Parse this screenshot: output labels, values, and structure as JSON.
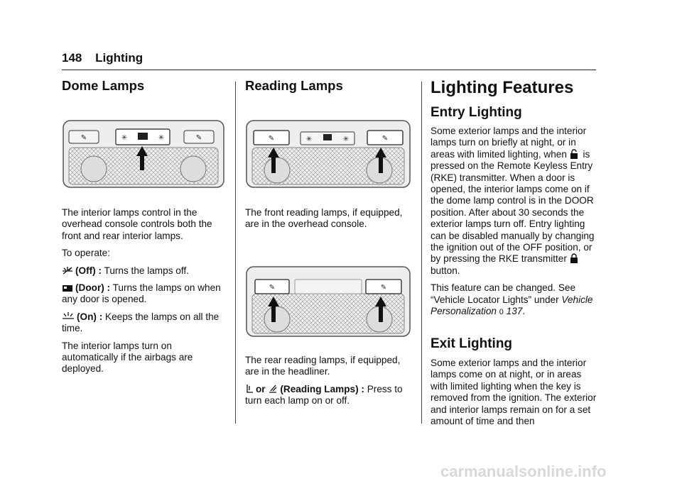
{
  "header": {
    "page_number": "148",
    "section": "Lighting"
  },
  "col1": {
    "title": "Dome Lamps",
    "p1": "The interior lamps control in the overhead console controls both the front and rear interior lamps.",
    "p2": "To operate:",
    "off_label": "(Off) :",
    "off_text": " Turns the lamps off.",
    "door_label": "(Door) :",
    "door_text": " Turns the lamps on when any door is opened.",
    "on_label": "(On) :",
    "on_text": " Keeps the lamps on all the time.",
    "p3": "The interior lamps turn on automatically if the airbags are deployed."
  },
  "col2": {
    "title": "Reading Lamps",
    "p1": "The front reading lamps, if equipped, are in the overhead console.",
    "p2": "The rear reading lamps, if equipped, are in the headliner.",
    "or_word": "or",
    "reading_label": "(Reading Lamps) :",
    "reading_text": " Press to turn each lamp on or off."
  },
  "col3": {
    "title": "Lighting Features",
    "sub1": "Entry Lighting",
    "p1a": "Some exterior lamps and the interior lamps turn on briefly at night, or in areas with limited lighting, when",
    "p1b": "is pressed on the Remote Keyless Entry (RKE) transmitter. When a door is opened, the interior lamps come on if the dome lamp control is in the DOOR position. After about 30 seconds the exterior lamps turn off. Entry lighting can be disabled manually by changing the ignition out of the OFF position, or by pressing the RKE transmitter",
    "p1c": "button.",
    "p2a": "This feature can be changed. See “Vehicle Locator Lights” under",
    "p2_link": "Vehicle Personalization",
    "p2_arrow": "0",
    "p2_page": "137",
    "p2_end": ".",
    "sub2": "Exit Lighting",
    "p3": "Some exterior lamps and the interior lamps come on at night, or in areas with limited lighting when the key is removed from the ignition. The exterior and interior lamps remain on for a set amount of time and then"
  },
  "watermark": "carmanualsonline.info"
}
